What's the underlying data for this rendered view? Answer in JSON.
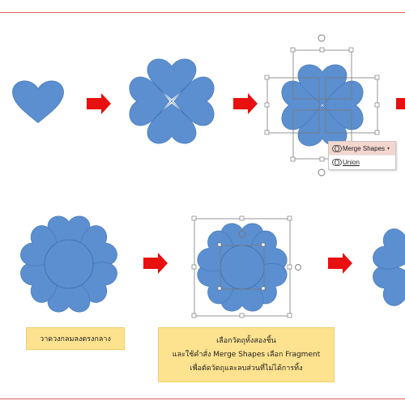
{
  "colors": {
    "shape_fill": "#5b8fd0",
    "shape_stroke": "#4a7cbd",
    "arrow": "#e81010",
    "note_bg": "#fde28f",
    "frame_line": "#e06060"
  },
  "steps": {
    "row1": [
      "heart",
      "four-heart-clover",
      "clover-selected-with-merge-menu",
      "next-step-offscreen"
    ],
    "row2": [
      "flower-with-center-circle",
      "flower-selected",
      "result-offscreen"
    ]
  },
  "merge_menu": {
    "button_label": "Merge Shapes",
    "caret": "▾",
    "item_label": "Union"
  },
  "notes": {
    "note1": "วาดวงกลมลงตรงกลาง",
    "note2_line1": "เลือกวัตถุทั้งสองชิ้น",
    "note2_line2": "และใช้คำสั่ง Merge Shapes เลือก  Fragment",
    "note2_line3": "เพื่อตัดวัตถุและลบส่วนที่ไม่ได้การทิ้ง"
  }
}
